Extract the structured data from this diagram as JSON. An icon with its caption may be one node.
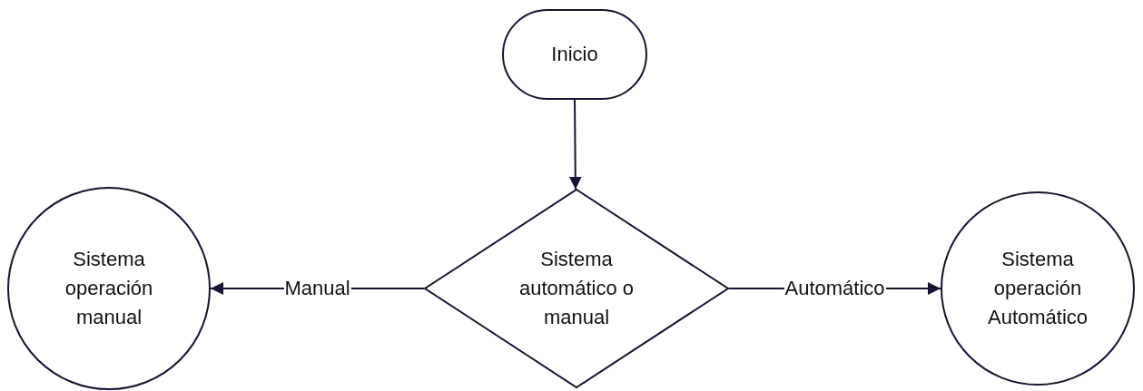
{
  "diagram": {
    "nodes": [
      {
        "text": [
          "Inicio"
        ]
      },
      {
        "text": [
          "Sistema automático o manual"
        ]
      },
      {
        "text": [
          "Sistema operación manual"
        ]
      },
      {
        "text": [
          "Sistema operación Automático"
        ]
      }
    ],
    "edges": [
      {
        "from": 0,
        "to": 1,
        "arrow": "to"
      },
      {
        "from": 1,
        "to": 2,
        "label": "Manual",
        "arrow": "to"
      },
      {
        "from": 1,
        "to": 3,
        "label": "Automático",
        "arrow": "to"
      }
    ]
  }
}
